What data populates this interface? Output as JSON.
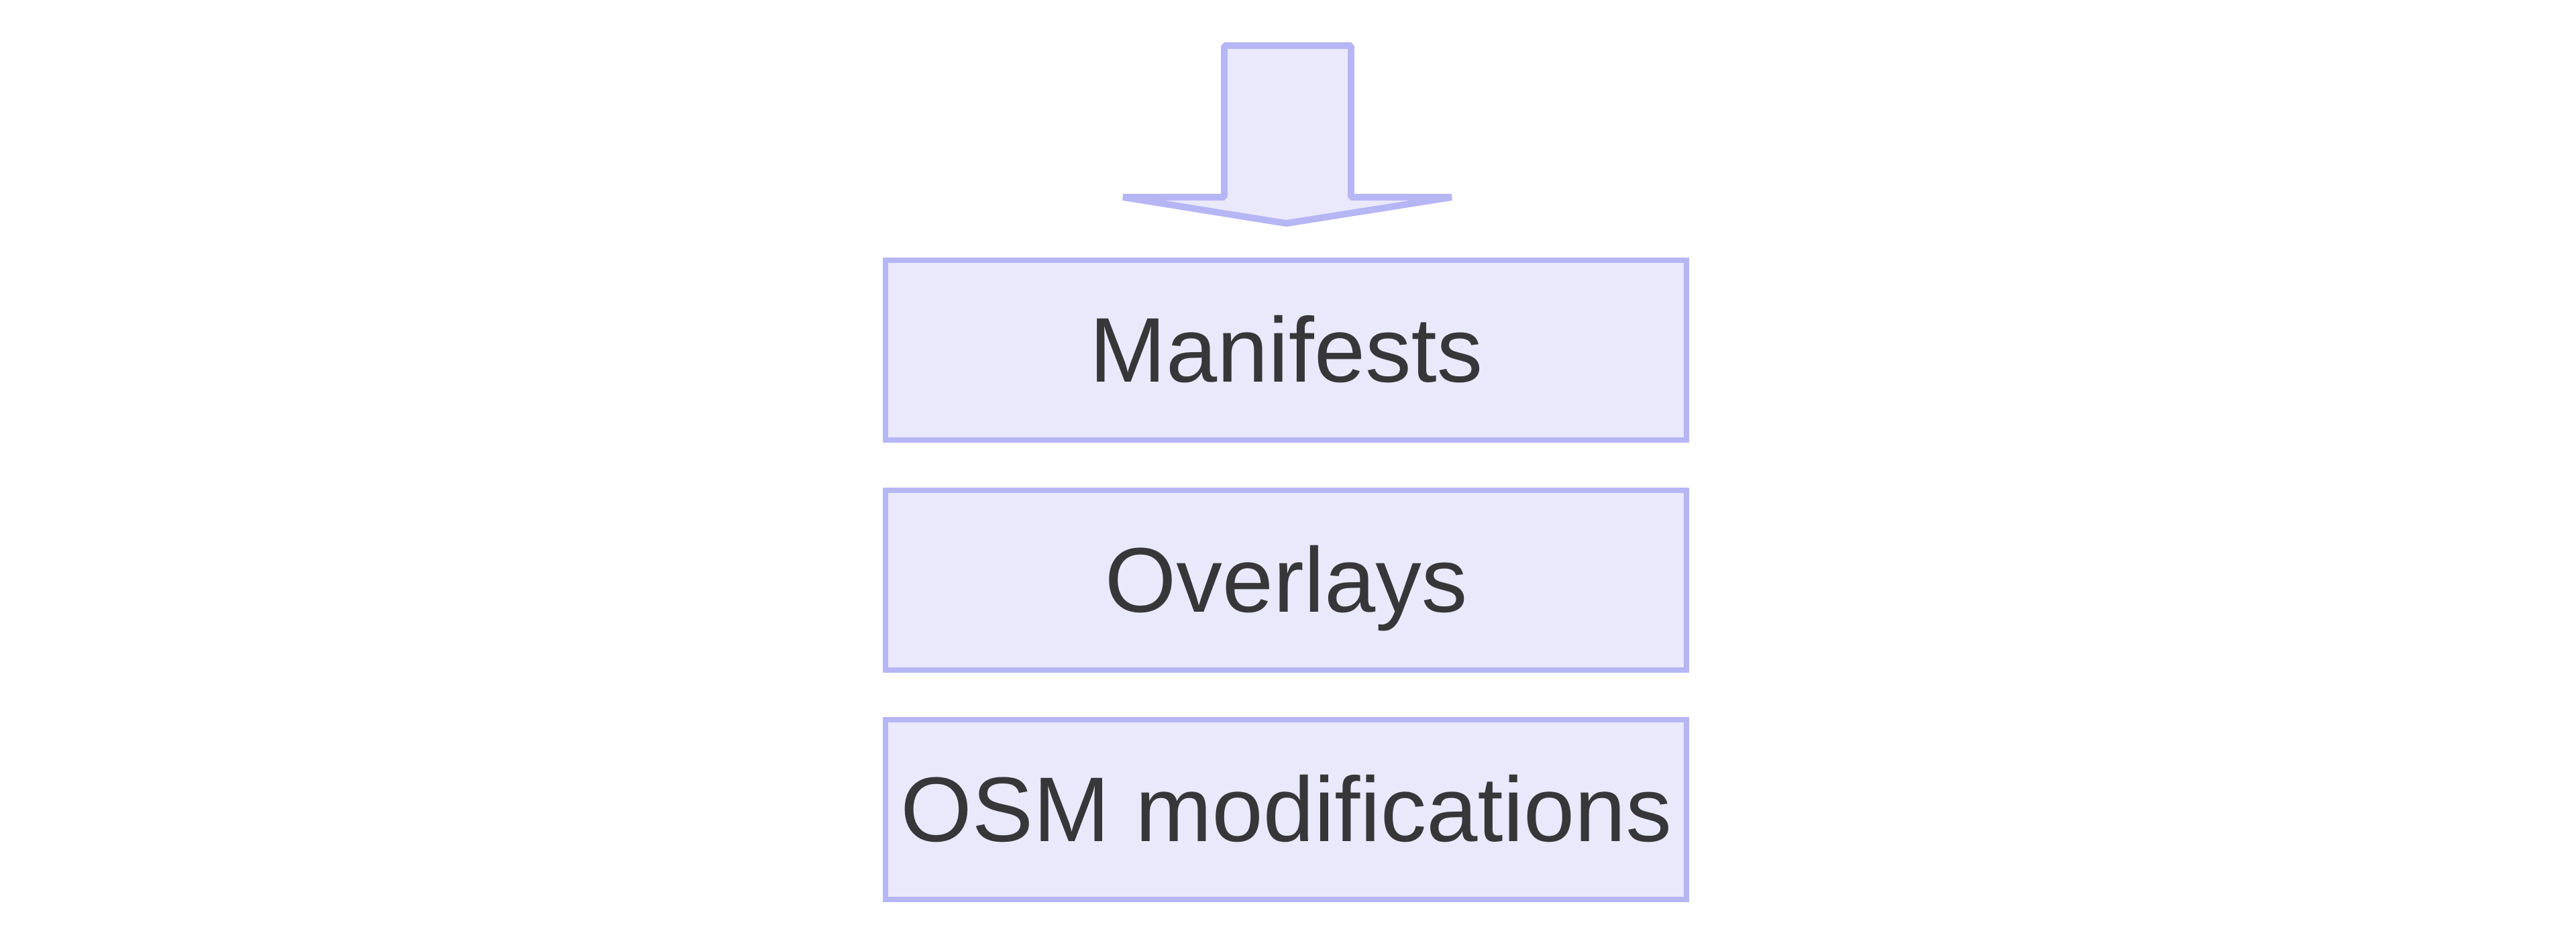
{
  "theme": {
    "box_fill": "#e9e9fb",
    "box_border": "#b6b6f5",
    "label_color": "#37373a",
    "canvas_bg": "#ffffff"
  },
  "diagram": {
    "arrow": {
      "icon": "down-arrow",
      "direction": "down"
    },
    "boxes": [
      {
        "label": "Manifests"
      },
      {
        "label": "Overlays"
      },
      {
        "label": "OSM modifications"
      }
    ]
  }
}
